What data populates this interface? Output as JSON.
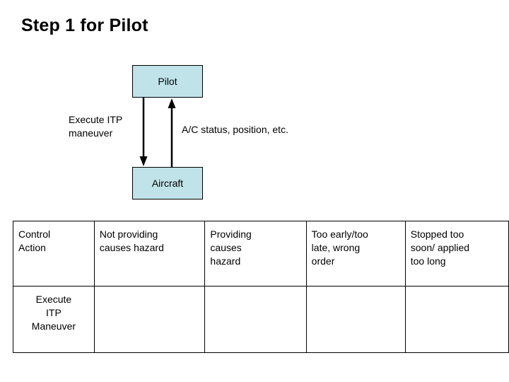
{
  "slide": {
    "title": "Step 1 for Pilot"
  },
  "diagram": {
    "nodes": [
      {
        "id": "pilot",
        "label": "Pilot"
      },
      {
        "id": "aircraft",
        "label": "Aircraft"
      }
    ],
    "arrows": [
      {
        "id": "control-action",
        "direction": "down",
        "label": "Execute ITP\nmaneuver"
      },
      {
        "id": "feedback",
        "direction": "up",
        "label": "A/C status, position, etc."
      }
    ],
    "box_fill_color": "#bfe3e8",
    "box_border_color": "#000000"
  },
  "table": {
    "headers": [
      "Control\nAction",
      "Not providing\ncauses hazard",
      "Providing\ncauses\nhazard",
      "Too early/too\nlate, wrong\norder",
      "Stopped too\nsoon/ applied\ntoo long"
    ],
    "rows": [
      {
        "label": "Execute\nITP\nManeuver",
        "cells": [
          "",
          "",
          "",
          ""
        ]
      }
    ]
  }
}
